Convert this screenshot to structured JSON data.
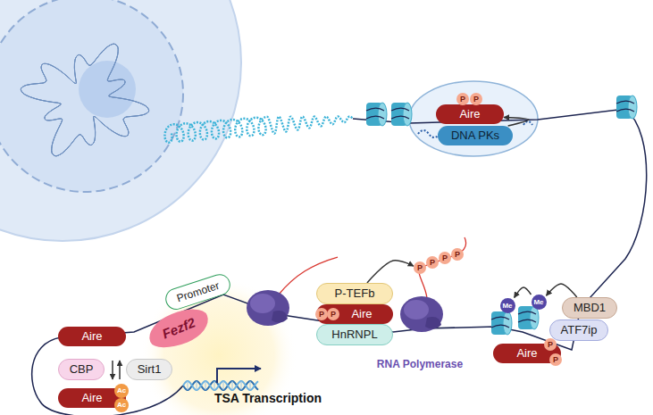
{
  "diagram": {
    "nodes": [
      {
        "text": [
          "Aire"
        ]
      },
      {
        "text": [
          "P"
        ]
      },
      {
        "text": [
          "P"
        ]
      },
      {
        "text": [
          "DNA PKs"
        ]
      },
      {
        "text": [
          "P"
        ]
      },
      {
        "text": [
          "P"
        ]
      },
      {
        "text": [
          "P"
        ]
      },
      {
        "text": [
          "P"
        ]
      },
      {
        "text": [
          "MBD1"
        ]
      },
      {
        "text": [
          "Aire"
        ]
      },
      {
        "text": [
          "Promoter"
        ]
      },
      {
        "text": [
          "P-TEFb"
        ]
      },
      {
        "text": [
          "Me"
        ]
      },
      {
        "text": [
          "Me"
        ]
      },
      {
        "text": [
          "Fezf2"
        ]
      },
      {
        "text": [
          "ATF7ip"
        ]
      },
      {
        "text": [
          "Aire"
        ]
      },
      {
        "text": [
          "P"
        ]
      },
      {
        "text": [
          "P"
        ]
      },
      {
        "text": [
          "HnRNPL"
        ]
      },
      {
        "text": [
          "CBP"
        ]
      },
      {
        "text": [
          "Sirt1"
        ]
      },
      {
        "text": [
          "Aire"
        ]
      },
      {
        "text": [
          "P"
        ]
      },
      {
        "text": [
          "P"
        ]
      },
      {
        "text": [
          "Aire"
        ]
      },
      {
        "text": [
          "Ac"
        ]
      },
      {
        "text": [
          "Ac"
        ]
      }
    ],
    "edges": [
      {
        "from": 3,
        "to": 0,
        "arrow": "to"
      },
      {
        "from": 11,
        "to": 4,
        "arrow": "to"
      },
      {
        "from": 8,
        "to": 13,
        "arrow": "to"
      },
      {
        "from": 13,
        "to": 12,
        "arrow": "to"
      }
    ],
    "labels": [
      "RNA Polymerase",
      "TSA Transcription"
    ]
  }
}
